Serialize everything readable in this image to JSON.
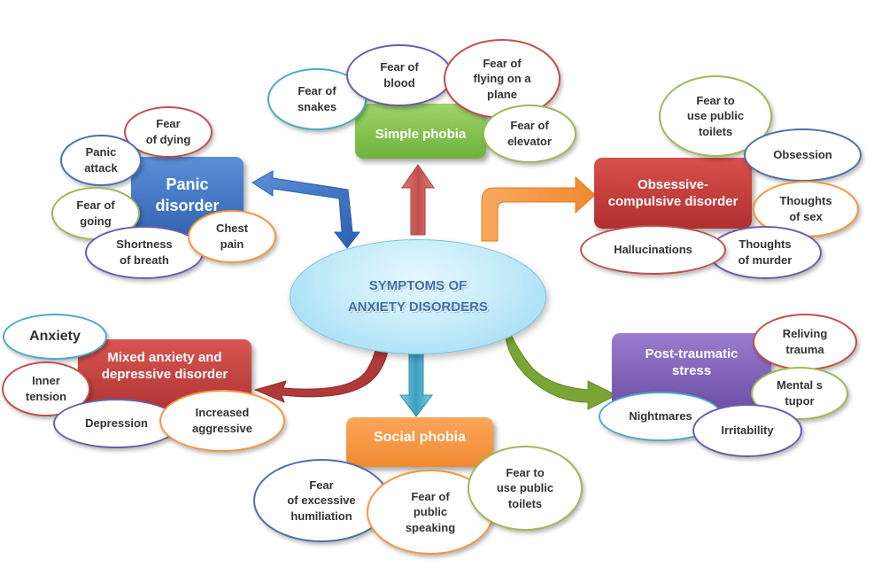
{
  "center": "SYMPTOMS OF\nANXIETY DISORDERS",
  "colors": {
    "blue": "#3a6fc0",
    "green": "#7dc045",
    "red": "#c0504d",
    "purple": "#7e5fb0",
    "orange": "#f59640",
    "darkred": "#b03a3a",
    "teal": "#4aacc6"
  },
  "categories": {
    "panic": {
      "title": "Panic\ndisorder",
      "symptoms": [
        "Fear\nof dying",
        "Panic\nattack",
        "Fear of\ngoing",
        "Shortness\nof breath",
        "Chest\npain"
      ]
    },
    "simple": {
      "title": "Simple phobia",
      "symptoms": [
        "Fear of\nsnakes",
        "Fear of\nblood",
        "Fear of\nflying on a\nplane",
        "Fear of\nelevator"
      ]
    },
    "ocd": {
      "title": "Obsessive-\ncompulsive disorder",
      "symptoms": [
        "Fear to\nuse public\ntoilets",
        "Obsession",
        "Thoughts\nof sex",
        "Thoughts\nof murder",
        "Hallucinations"
      ]
    },
    "mixed": {
      "title": "Mixed anxiety and\ndepressive disorder",
      "symptoms": [
        "Anxiety",
        "Inner\ntension",
        "Depression",
        "Increased\naggressive"
      ]
    },
    "ptsd": {
      "title": "Post-traumatic\nstress",
      "symptoms": [
        "Reliving\ntrauma",
        "Mental s\ntupor",
        "Nightmares",
        "Irritability"
      ]
    },
    "social": {
      "title": "Social phobia",
      "symptoms": [
        "Fear\nof excessive\nhumiliation",
        "Fear of\npublic\nspeaking",
        "Fear to\nuse public\ntoilets"
      ]
    }
  }
}
